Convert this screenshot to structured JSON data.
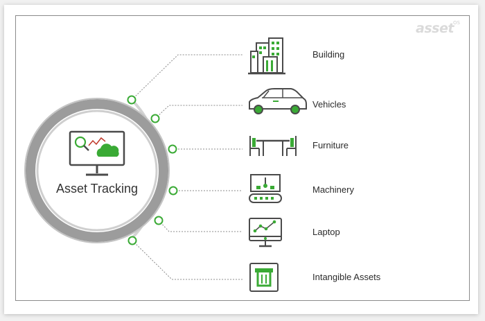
{
  "brand": {
    "name": "asset",
    "suffix": "OS"
  },
  "hub": {
    "label": "Asset Tracking",
    "icon": "monitor-search-cloud-icon"
  },
  "items": [
    {
      "label": "Building",
      "icon": "building-icon"
    },
    {
      "label": "Vehicles",
      "icon": "car-icon"
    },
    {
      "label": "Furniture",
      "icon": "furniture-icon"
    },
    {
      "label": "Machinery",
      "icon": "machinery-icon"
    },
    {
      "label": "Laptop",
      "icon": "laptop-icon"
    },
    {
      "label": "Intangible Assets",
      "icon": "intangible-assets-icon"
    }
  ],
  "colors": {
    "accent": "#3aaa35",
    "icon_stroke": "#4a4a4a",
    "ring": "#9a9a9a",
    "ring_inner": "#d0d0d0",
    "connector": "#8a8a8a"
  }
}
